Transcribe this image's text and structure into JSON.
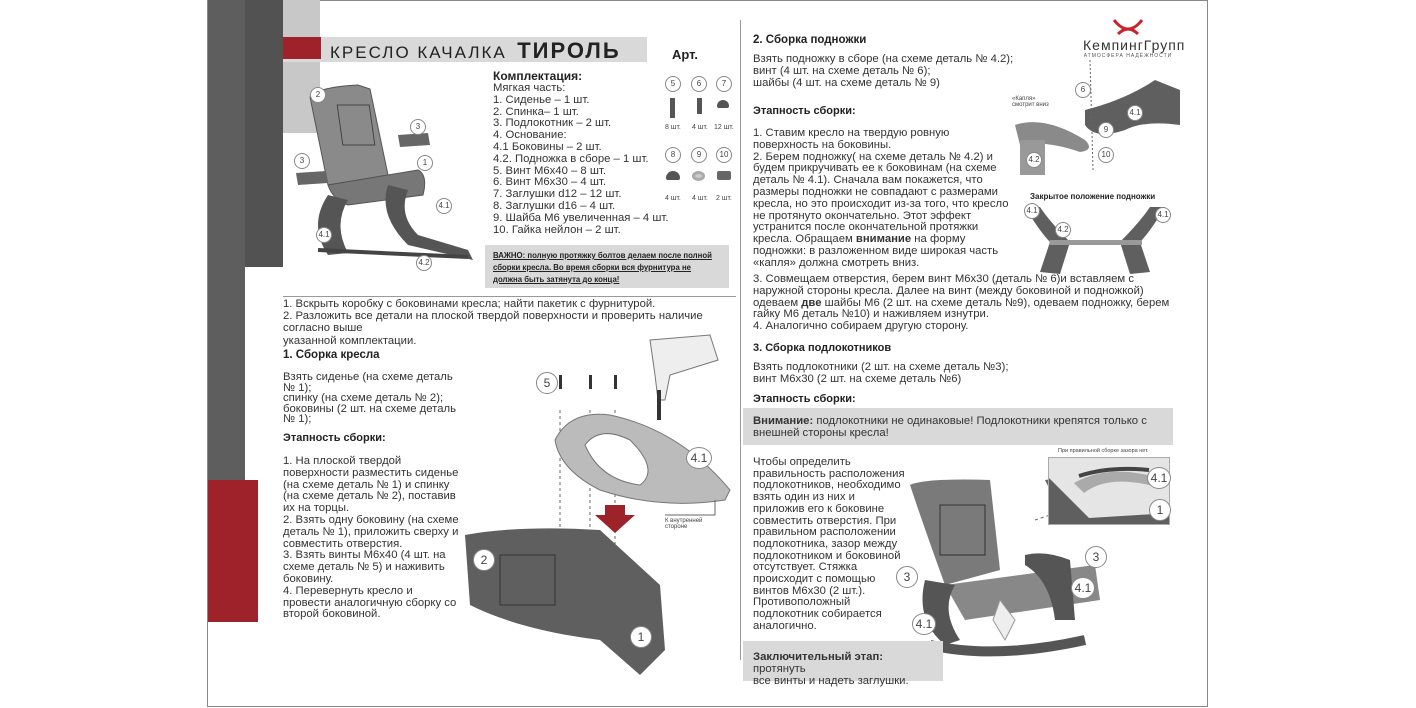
{
  "header": {
    "title_prefix": "КРЕСЛО КАЧАЛКА",
    "title_name": "ТИРОЛЬ",
    "art_label": "Арт."
  },
  "logo": {
    "name": "КемпингГрупп",
    "slogan": "АТМОСФЕРА НАДЁЖНОСТИ"
  },
  "kit": {
    "heading": "Комплектация:",
    "lines": [
      "Мягкая часть:",
      "1. Сиденье – 1 шт.",
      "2. Спинка– 1 шт.",
      "3. Подлокотник – 2 шт.",
      "4. Основание:",
      "4.1 Боковины – 2 шт.",
      "4.2. Подножка в сборе  – 1 шт.",
      "5. Винт М6х40 – 8 шт.",
      "6. Винт М6х30 – 4 шт.",
      "7. Заглушки  d12 – 12 шт.",
      "8. Заглушки d16 – 4 шт.",
      "9. Шайба М6 увеличенная – 4 шт.",
      "10. Гайка нейлон – 2 шт."
    ]
  },
  "hardware": [
    {
      "n": "5",
      "qty": "8 шт."
    },
    {
      "n": "6",
      "qty": "4 шт."
    },
    {
      "n": "7",
      "qty": "12 шт."
    },
    {
      "n": "8",
      "qty": "4 шт."
    },
    {
      "n": "9",
      "qty": "4 шт."
    },
    {
      "n": "10",
      "qty": "2 шт."
    }
  ],
  "important": "ВАЖНО: полную протяжку болтов делаем после полной сборки кресла. Во время сборки вся фурнитура не должна быть затянута до конца!",
  "labels": {
    "p1": "1",
    "p2": "2",
    "p3": "3",
    "p41": "4.1",
    "p42": "4.2",
    "p5": "5",
    "p6": "6",
    "p9": "9",
    "p10": "10"
  },
  "intro": "1. Вскрыть коробку с боковинами кресла; найти пакетик с фурнитурой.\n2. Разложить все детали на плоской твердой поверхности и проверить наличие согласно выше\nуказанной комплектации.",
  "s1": {
    "heading": "1. Сборка кресла",
    "parts": "Взять сиденье (на схеме деталь\n№ 1);\nспинку (на схеме деталь № 2);\nбоковины (2 шт. на схеме деталь\n№ 1);",
    "steps_heading": "Этапность сборки:",
    "steps": "1. На плоской твердой\nповерхности разместить сиденье\n(на схеме деталь № 1) и спинку\n(на схеме деталь № 2), поставив\nих на торцы.\n2. Взять одну боковину (на схеме\nдеталь № 1), приложить сверху и\nсовместить отверстия.\n3. Взять винты М6х40 (4 шт. на\nсхеме деталь № 5) и наживить\nбоковину.\n4. Перевернуть кресло и\nпровести аналогичную сборку со\nвторой боковиной.",
    "inner_side": "К внутренней\nстороне"
  },
  "s2": {
    "heading": "2. Сборка подножки",
    "parts": "Взять подножку в сборе (на схеме деталь № 4.2);\nвинт (4 шт. на схеме деталь № 6);\nшайбы (4 шт. на схеме деталь № 9)",
    "steps_heading": "Этапность сборки:",
    "steps_a": "1. Ставим кресло на твердую ровную\nповерхность на боковины.\n2. Берем подножку( на схеме деталь № 4.2) и\nбудем прикручивать ее к боковинам (на схеме\nдеталь № 4.1). Сначала вам покажется, что\nразмеры подножки не совпадают с размерами\nкресла, но это происходит из-за того, что кресло\nне протянуто окончательно. Этот эффект\nустранится после окончательной протяжки\nкресла. Обращаем ",
    "attention_word": "внимание",
    "steps_b": " на форму\nподножки: в разложенном виде широкая часть\n«капля» должна смотреть вниз.",
    "step3_a": "3. Совмещаем отверстия, берем винт М6х30 (деталь № 6)и вставляем с\nнаружной стороны кресла. Далее на винт (между боковиной и подножкой)\nодеваем ",
    "two_word": "две",
    "step3_b": " шайбы М6  (2 шт. на схеме деталь №9), одеваем подножку, берем\nгайку М6 деталь №10) и наживляем  изнутри.\n4. Аналогично собираем другую сторону.",
    "drop_note": "«Капля»\nсмотрит вниз",
    "closed_caption": "Закрытое положение подножки"
  },
  "s3": {
    "heading": "3. Сборка подлокотников",
    "parts": "Взять подлокотники (2 шт. на схеме деталь №3);\nвинт М6х30 (2 шт. на схеме деталь №6)",
    "steps_heading": "Этапность сборки:",
    "attention_label": "Внимание:",
    "attention_text": " подлокотники не одинаковые! Подлокотники крепятся только с\nвнешней стороны кресла!",
    "body": "Чтобы определить\nправильность расположения\nподлокотников, необходимо\nвзять один из них и\nприложив его к боковине\nсовместить отверстия. При\nправильном расположении\nподлокотника, зазор между\nподлокотником и боковиной\nотсутствует. Стяжка\nпроисходит с помощью\nвинтов М6х30 (2 шт.).\nПротивоположный\nподлокотник собирается\nаналогично.",
    "gap_note": "При правильной сборке зазора нет.",
    "final_label": "Заключительный этап:",
    "final_text": " протянуть\nвсе винты и надеть заглушки."
  },
  "colors": {
    "red": "#9e2229",
    "dark": "#5a5a5a",
    "darker": "#505050",
    "light": "#c8c8c8",
    "chair": "#5f5f5f",
    "box": "#d9d9d9"
  }
}
